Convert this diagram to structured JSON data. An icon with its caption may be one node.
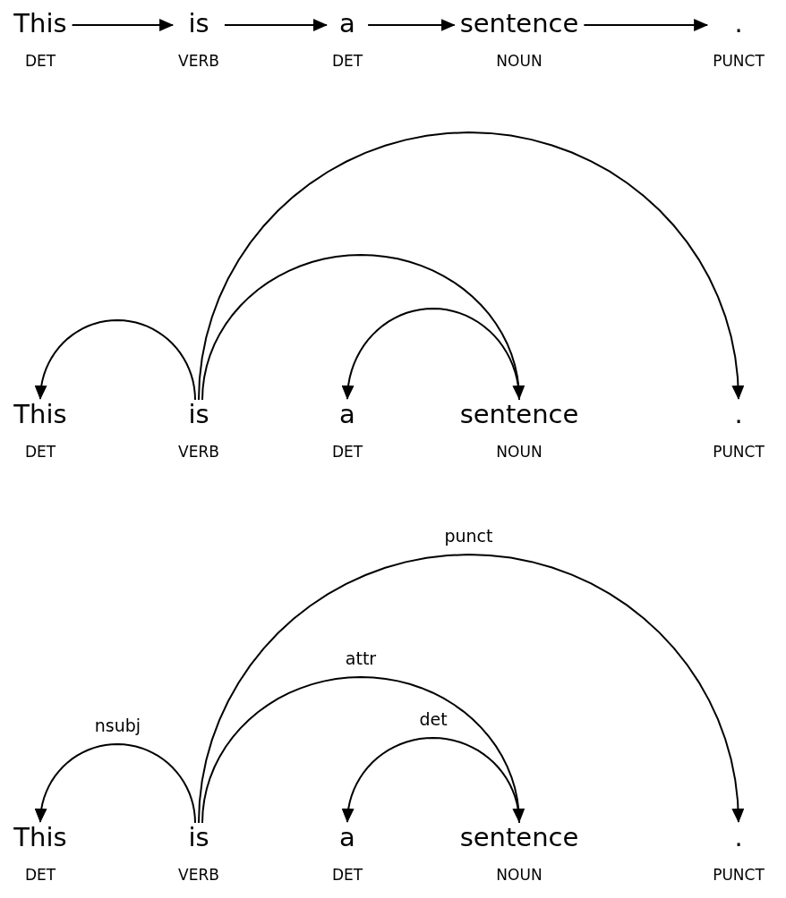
{
  "diagram": {
    "nodes": [
      {
        "text": [
          "This",
          "DET"
        ]
      },
      {
        "text": [
          "is",
          "VERB"
        ]
      },
      {
        "text": [
          "a",
          "DET"
        ]
      },
      {
        "text": [
          "sentence",
          "NOUN"
        ]
      },
      {
        "text": [
          ".",
          "PUNCT"
        ]
      },
      {
        "text": [
          "This",
          "DET"
        ]
      },
      {
        "text": [
          "is",
          "VERB"
        ]
      },
      {
        "text": [
          "a",
          "DET"
        ]
      },
      {
        "text": [
          "sentence",
          "NOUN"
        ]
      },
      {
        "text": [
          ".",
          "PUNCT"
        ]
      },
      {
        "text": [
          "This",
          "DET"
        ]
      },
      {
        "text": [
          "is",
          "VERB"
        ]
      },
      {
        "text": [
          "a",
          "DET"
        ]
      },
      {
        "text": [
          "sentence",
          "NOUN"
        ]
      },
      {
        "text": [
          ".",
          "PUNCT"
        ]
      }
    ],
    "edges": [
      {
        "from": 0,
        "to": 1,
        "arrow": "to"
      },
      {
        "from": 1,
        "to": 2,
        "arrow": "to"
      },
      {
        "from": 2,
        "to": 3,
        "arrow": "to"
      },
      {
        "from": 3,
        "to": 4,
        "arrow": "to"
      },
      {
        "from": 6,
        "to": 5,
        "arrow": "to"
      },
      {
        "from": 6,
        "to": 8,
        "arrow": "to"
      },
      {
        "from": 6,
        "to": 9,
        "arrow": "to"
      },
      {
        "from": 8,
        "to": 7,
        "arrow": "to"
      },
      {
        "from": 11,
        "to": 10,
        "label": "nsubj",
        "arrow": "to"
      },
      {
        "from": 11,
        "to": 13,
        "label": "attr",
        "arrow": "to"
      },
      {
        "from": 13,
        "to": 12,
        "label": "det",
        "arrow": "to"
      },
      {
        "from": 11,
        "to": 14,
        "label": "punct",
        "arrow": "to"
      }
    ]
  }
}
